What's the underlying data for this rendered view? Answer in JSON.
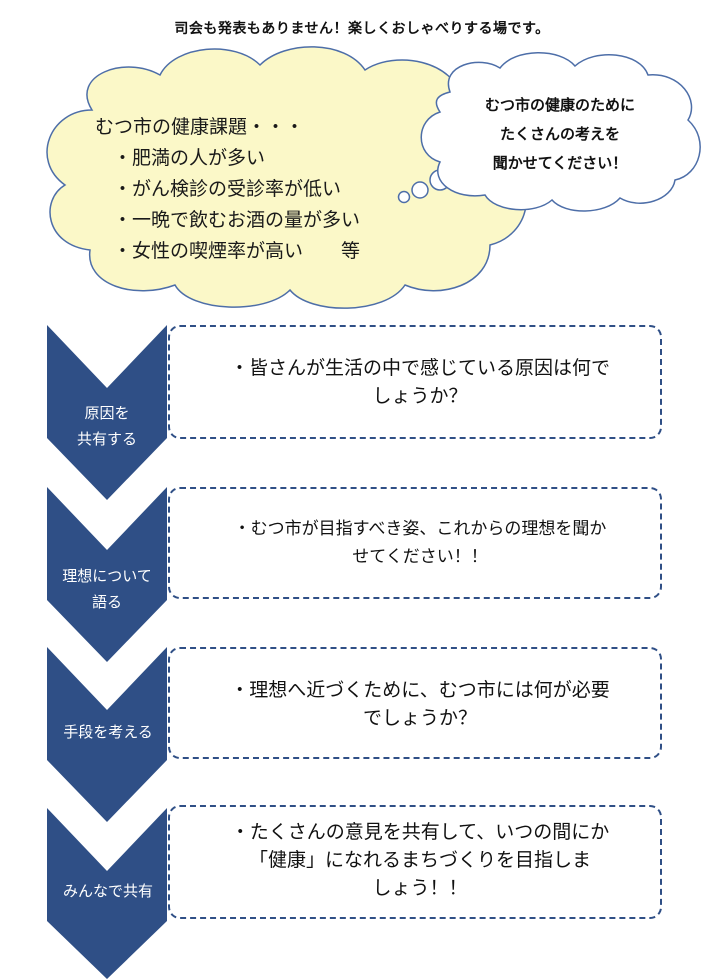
{
  "header": {
    "text": "司会も発表もありません！楽しくおしゃべりする場です。"
  },
  "issues_cloud": {
    "title": "むつ市の健康課題・・・",
    "items": [
      "・肥満の人が多い",
      "・がん検診の受診率が低い",
      "・一晩で飲むお酒の量が多い",
      "・女性の喫煙率が高い　　等"
    ]
  },
  "request_bubble": {
    "lines": [
      "むつ市の健康のために",
      "たくさんの考えを",
      "聞かせてください！"
    ]
  },
  "steps": [
    {
      "label_lines": [
        "原因を",
        "共有する"
      ],
      "text_lines": [
        "・皆さんが生活の中で感じている原因は何で",
        "しょうか？"
      ]
    },
    {
      "label_lines": [
        "理想について",
        "語る"
      ],
      "text_lines": [
        "・むつ市が目指すべき姿、これからの理想を聞か",
        "せてください！！"
      ]
    },
    {
      "label_lines": [
        "手段を考える"
      ],
      "text_lines": [
        "・理想へ近づくために、むつ市には何が必要",
        "でしょうか？"
      ]
    },
    {
      "label_lines": [
        "みんなで共有"
      ],
      "text_lines": [
        "・たくさんの意見を共有して、いつの間にか",
        "「健康」になれるまちづくりを目指しま",
        "しょう！！"
      ]
    }
  ],
  "colors": {
    "chevron": "#2f4f86",
    "cloud_fill": "#fbf8c8",
    "cloud_stroke": "#4d6ea8"
  }
}
